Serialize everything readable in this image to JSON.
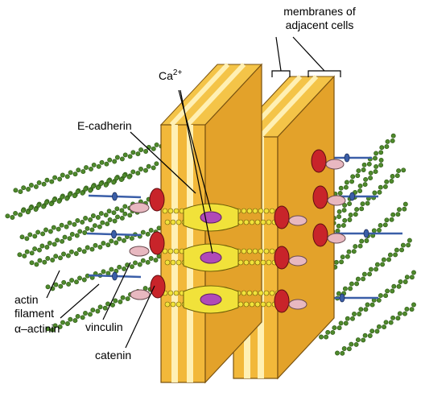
{
  "labels": {
    "membranes_line1": "membranes of",
    "membranes_line2": "adjacent cells",
    "calcium_base": "Ca",
    "calcium_sup": "2+",
    "e_cadherin": "E-cadherin",
    "actin_line1": "actin",
    "actin_line2": "filament",
    "alpha_actinin": "α–actinin",
    "vinculin": "vinculin",
    "catenin": "catenin"
  },
  "colors": {
    "membrane_outer": "#f0b42c",
    "membrane_front": "#f7c94a",
    "membrane_stripe": "#fff2b8",
    "membrane_edge": "#7a5310",
    "actin": "#4f8a2c",
    "actin_dark": "#2f5a18",
    "alpha_actinin": "#3a5ea8",
    "vinculin": "#e8b8c0",
    "catenin": "#c8242a",
    "cadherin_domain": "#f1e23a",
    "calcium": "#b04ab8"
  }
}
